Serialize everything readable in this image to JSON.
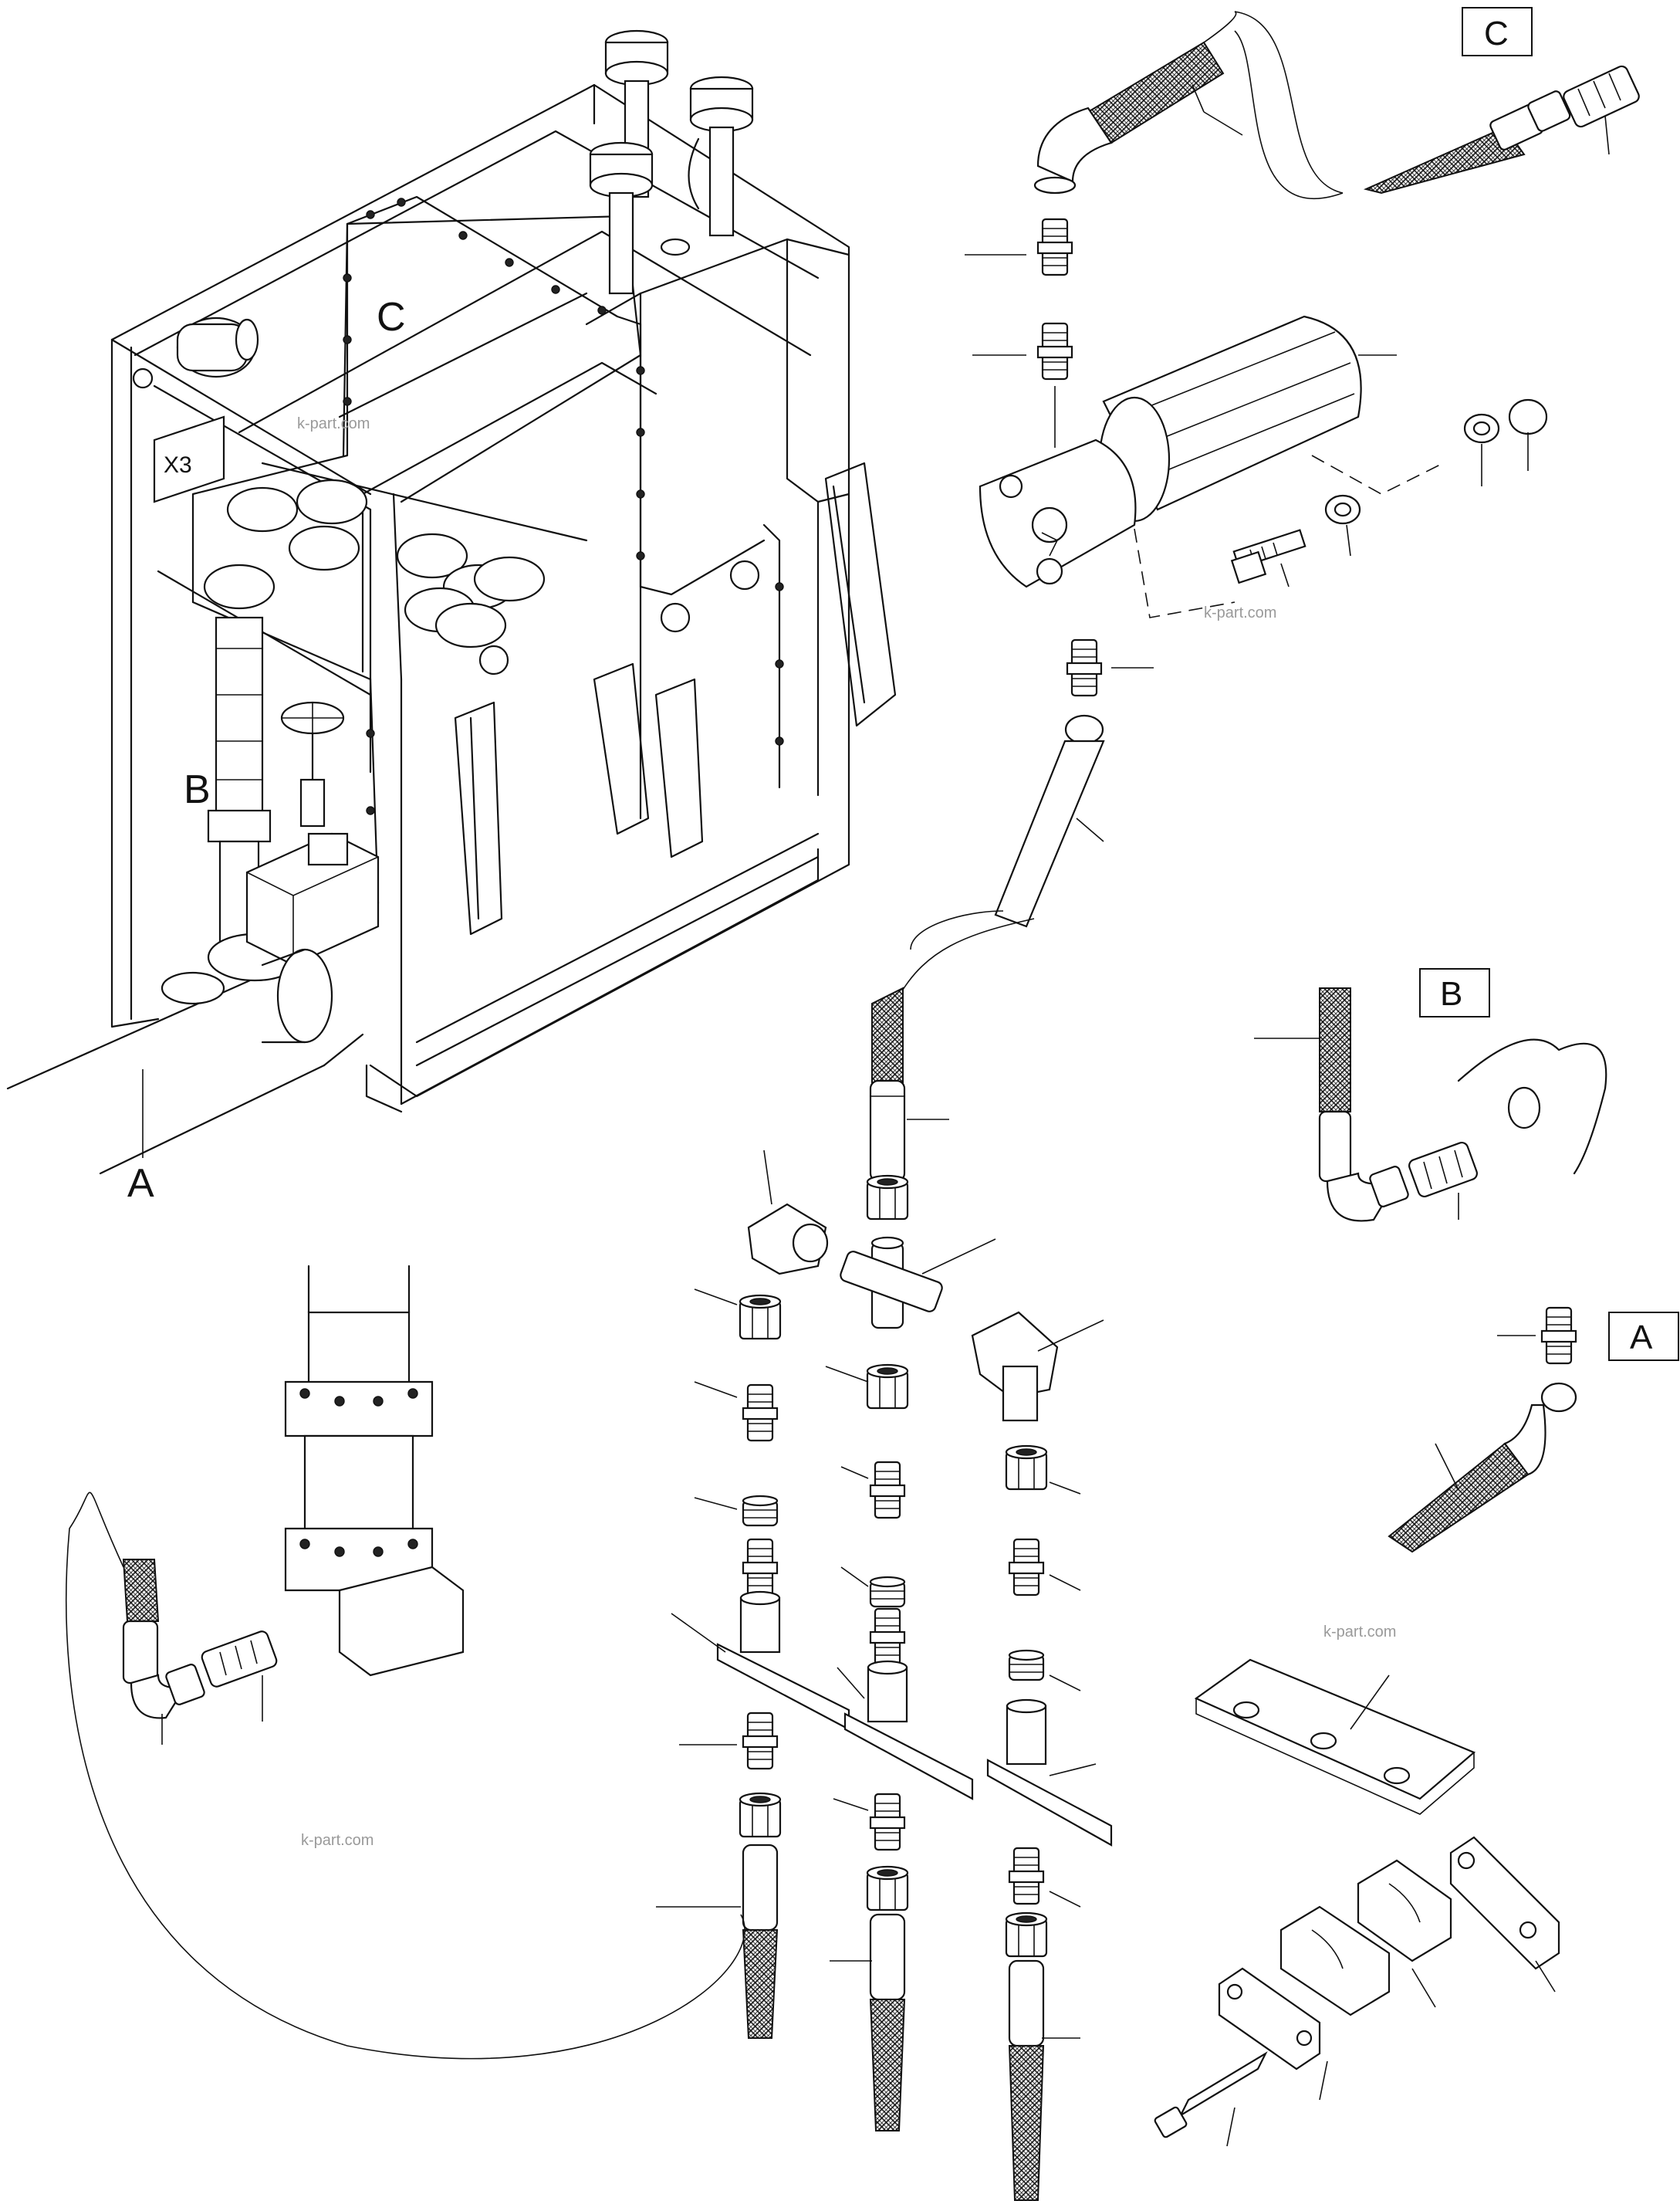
{
  "callouts": {
    "detail_a": "A",
    "detail_b": "B",
    "detail_c": "C"
  },
  "detail_boxes": {
    "c": "C",
    "b": "B",
    "a": "A"
  },
  "component_labels": {
    "junction_box": "X3"
  },
  "watermarks": {
    "wm1": "k-part.com",
    "wm2": "k-part.com",
    "wm3": "k-part.com",
    "wm4": "k-part.com"
  },
  "icons": {
    "hose_pattern": "crosshatch-mesh",
    "fittings": "hex-nut-fitting"
  },
  "colors": {
    "line": "#111111",
    "background": "#ffffff",
    "watermark": "#9a9a9a"
  }
}
